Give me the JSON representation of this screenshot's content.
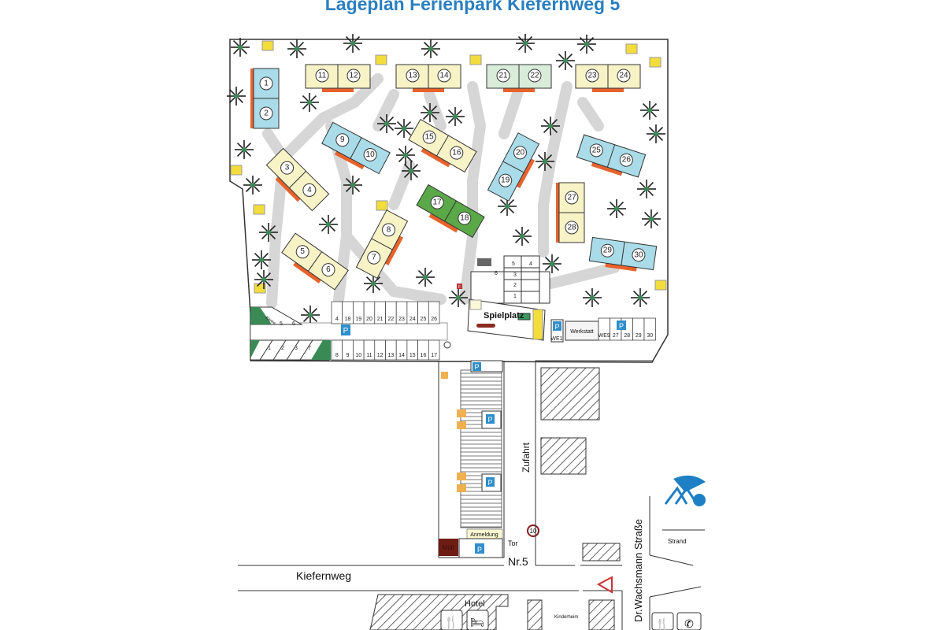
{
  "title": "Lageplan Ferienpark Kiefernweg  5",
  "colors": {
    "blue": "#a9dce8",
    "cream": "#f7f3c6",
    "green": "#5aa848",
    "mint": "#d9ecd9",
    "orange": "#e8622c",
    "path": "#d6d6d6",
    "parking": "#2f8ecb",
    "title": "#2a7fc0"
  },
  "cabins": [
    {
      "a": "1",
      "b": "2",
      "color": "blue"
    },
    {
      "a": "11",
      "b": "12",
      "color": "cream"
    },
    {
      "a": "13",
      "b": "14",
      "color": "cream"
    },
    {
      "a": "21",
      "b": "22",
      "color": "mint"
    },
    {
      "a": "23",
      "b": "24",
      "color": "cream"
    },
    {
      "a": "9",
      "b": "10",
      "color": "blue"
    },
    {
      "a": "15",
      "b": "16",
      "color": "cream"
    },
    {
      "a": "19",
      "b": "20",
      "color": "blue"
    },
    {
      "a": "25",
      "b": "26",
      "color": "blue"
    },
    {
      "a": "3",
      "b": "4",
      "color": "cream"
    },
    {
      "a": "17",
      "b": "18",
      "color": "green"
    },
    {
      "a": "7",
      "b": "8",
      "color": "cream"
    },
    {
      "a": "27",
      "b": "28",
      "color": "cream"
    },
    {
      "a": "29",
      "b": "30",
      "color": "blue"
    },
    {
      "a": "5",
      "b": "6",
      "color": "cream"
    }
  ],
  "parking_top": [
    "4",
    "18",
    "19",
    "20",
    "21",
    "22",
    "23",
    "24",
    "25",
    "26"
  ],
  "parking_bottom": [
    "8",
    "9",
    "10",
    "11",
    "12",
    "13",
    "14",
    "15",
    "16",
    "17"
  ],
  "parking_diag_top": [
    "5",
    "6"
  ],
  "parking_diag_bottom": [
    "1",
    "2",
    "3",
    "7"
  ],
  "parking_right": [
    "WE9",
    "27",
    "28",
    "29",
    "30"
  ],
  "parking_symbol": "P",
  "labels": {
    "bench": "Bänke",
    "spielplatz": "Spielplatz",
    "werkstatt": "Werkstatt",
    "we1": "WE1",
    "zufahrt": "Zufahrt",
    "anmeldung": "Anmeldung",
    "muell": "Müll",
    "tor": "Tor",
    "nr5": "Nr.5",
    "speed": "10",
    "kiefernweg": "Kiefernweg",
    "strasse": "Dr.Wachsmann Straße",
    "strand": "Strand",
    "hotel": "Hotel",
    "kinderheim": "Kinderheim",
    "fire": "F",
    "apartments": [
      "5",
      "4",
      "6",
      "3",
      "2",
      "1"
    ]
  }
}
